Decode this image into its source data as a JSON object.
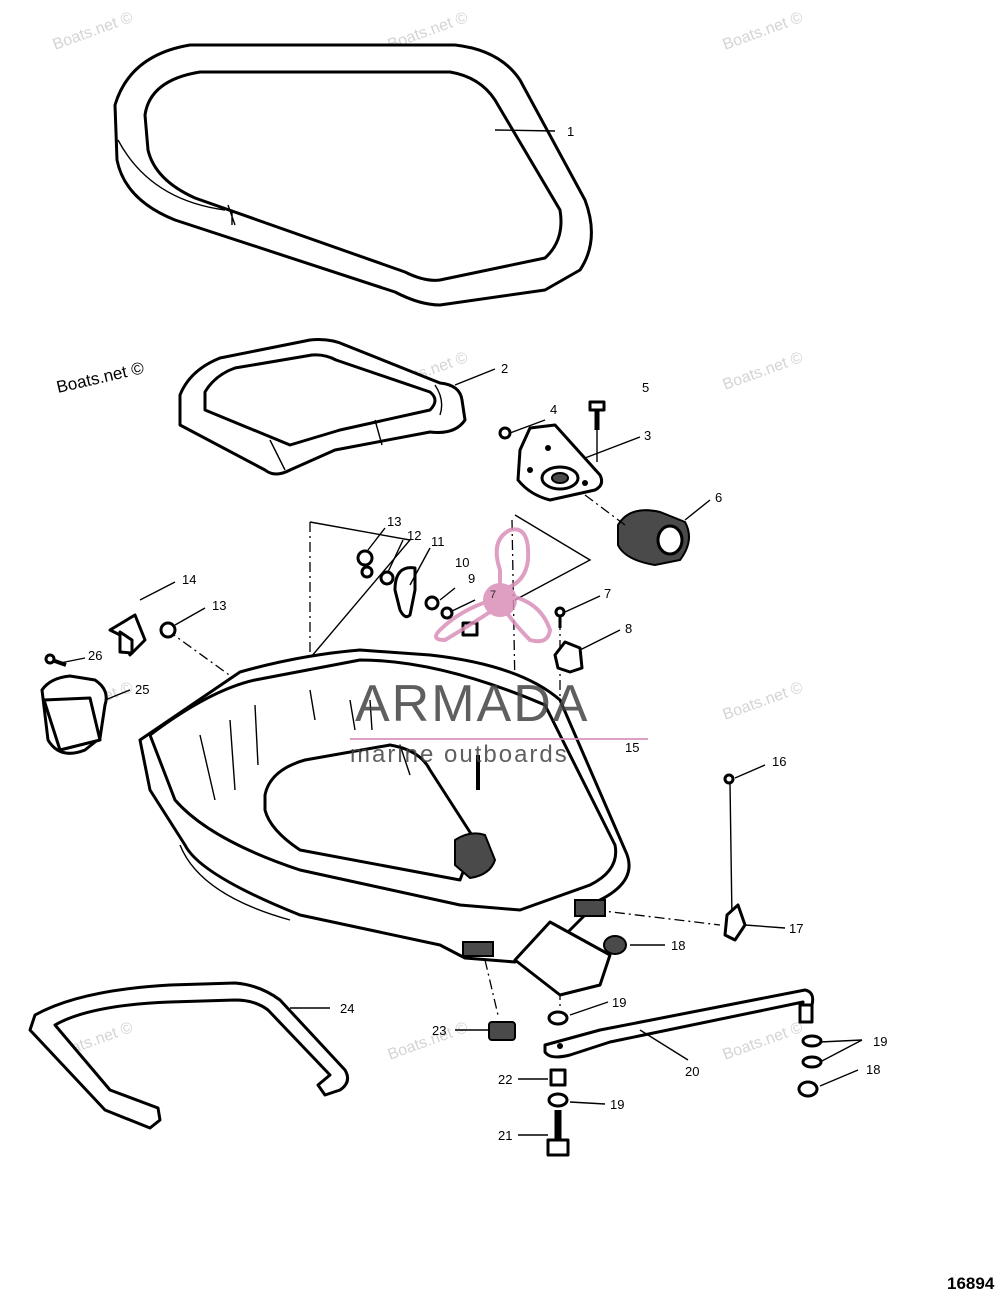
{
  "watermark": {
    "text": "Boats.net ©",
    "dark_text": "Boats.net ©"
  },
  "logo": {
    "brand": "ARMADA",
    "tagline": "marine outboards",
    "color": "#d98fb8"
  },
  "drawing_number": "16894",
  "callouts": {
    "c1": "1",
    "c2": "2",
    "c3": "3",
    "c4": "4",
    "c5": "5",
    "c6": "6",
    "c7": "7",
    "c8": "8",
    "c9": "9",
    "c10": "10",
    "c11": "11",
    "c12": "12",
    "c13a": "13",
    "c13b": "13",
    "c14": "14",
    "c15": "15",
    "c16": "16",
    "c17": "17",
    "c18a": "18",
    "c18b": "18",
    "c19a": "19",
    "c19b": "19",
    "c19c": "19",
    "c20": "20",
    "c21": "21",
    "c22": "22",
    "c23": "23",
    "c24": "24",
    "c25": "25",
    "c26": "26",
    "c7b": "7"
  }
}
